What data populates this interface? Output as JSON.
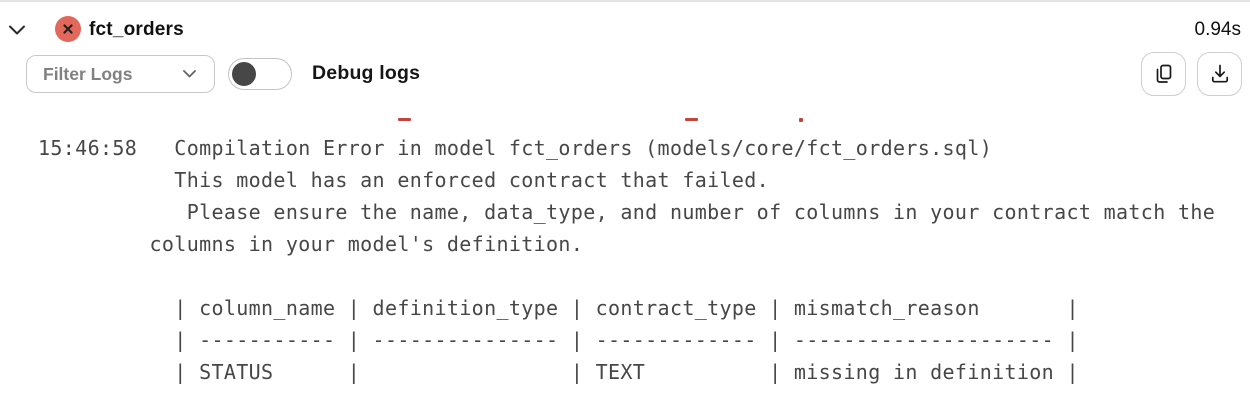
{
  "theme": {
    "top-border": "#e3e3e3",
    "error-icon": "#e2685c",
    "error-text": "#c0463c",
    "log-text": "#474747",
    "title-text": "#111111",
    "muted-text": "#818181",
    "border": "#c9c9c9",
    "knob": "#474747"
  },
  "header": {
    "title": "fct_orders",
    "status": "error",
    "duration": "0.94s",
    "collapse_icon": "chevron-down"
  },
  "toolbar": {
    "filter_label": "Filter Logs",
    "filter_chevron_icon": "chevron-down",
    "debug_label": "Debug logs",
    "debug_toggle_state": "off",
    "copy_icon": "copy-pages",
    "download_icon": "download-tray"
  },
  "log": {
    "timestamp": "15:46:58",
    "clipped_red_marks": 3,
    "text": "15:46:58   Compilation Error in model fct_orders (models/core/fct_orders.sql)\n           This model has an enforced contract that failed.\n            Please ensure the name, data_type, and number of columns in your contract match the\n         columns in your model's definition.\n\n           | column_name | definition_type | contract_type | mismatch_reason       |\n           | ----------- | --------------- | ------------- | --------------------- |\n           | STATUS      |                 | TEXT          | missing in definition |",
    "table": {
      "headers": [
        "column_name",
        "definition_type",
        "contract_type",
        "mismatch_reason"
      ],
      "rows": [
        [
          "STATUS",
          "",
          "TEXT",
          "missing in definition"
        ]
      ]
    }
  }
}
